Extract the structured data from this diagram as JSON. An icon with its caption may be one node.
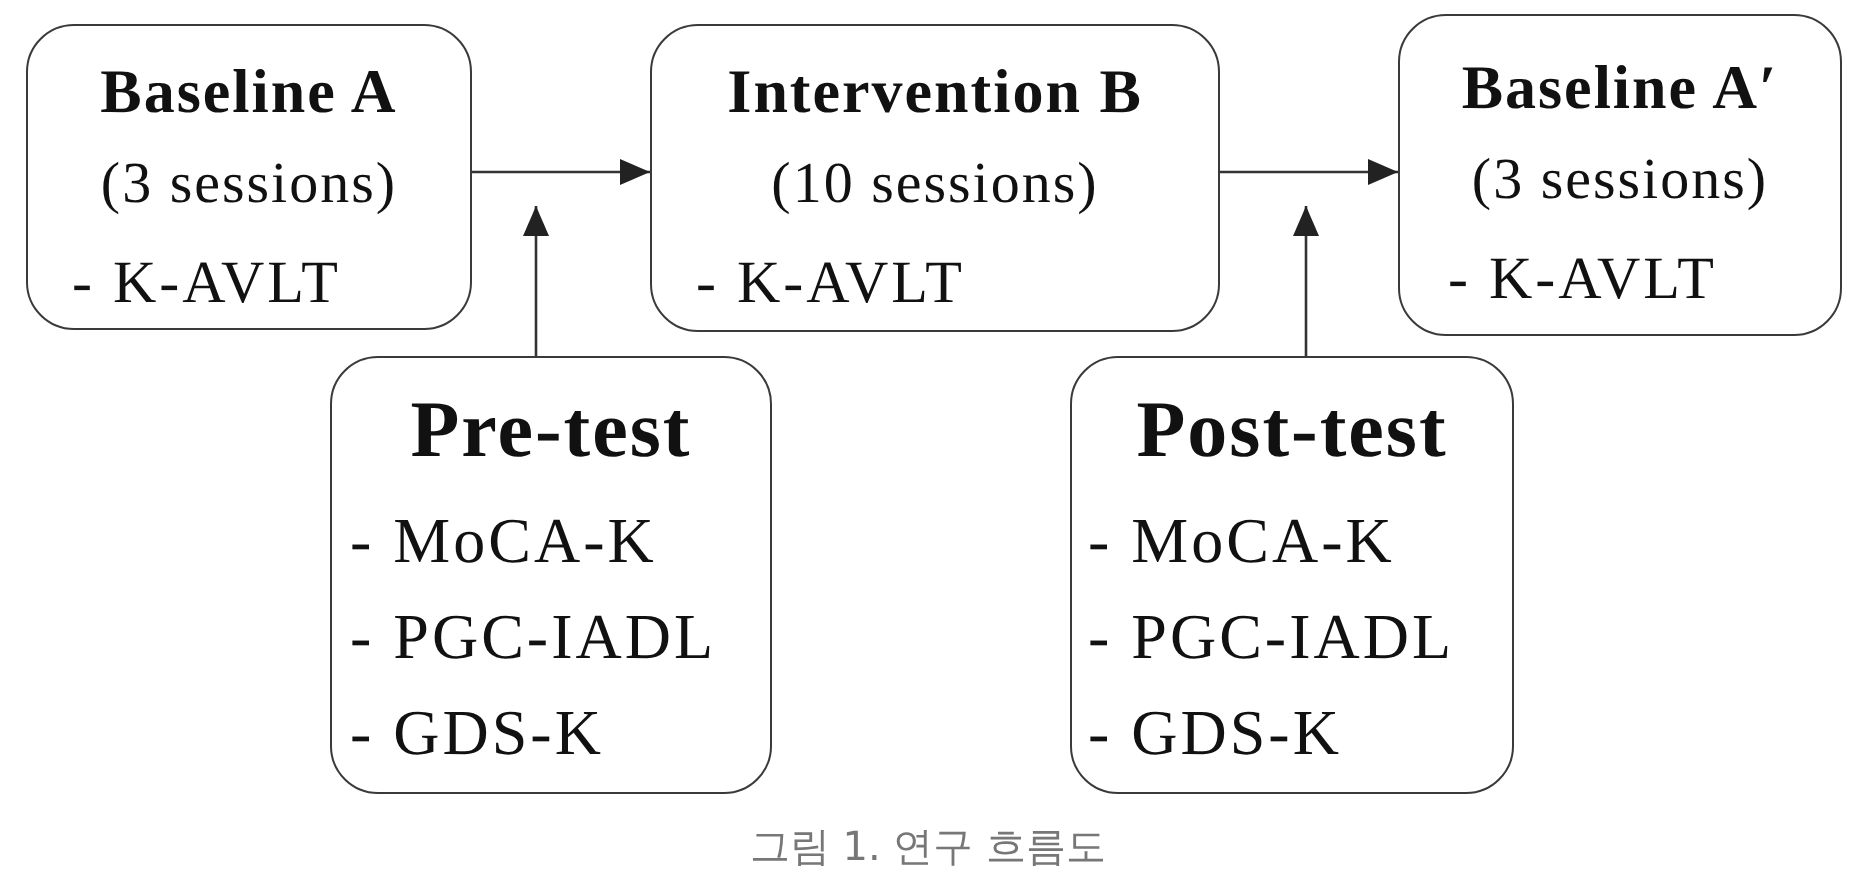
{
  "diagram": {
    "caption": "그림 1. 연구 흐름도",
    "nodes": [
      {
        "text": [
          "Baseline A",
          "(3 sessions)",
          "- K-AVLT"
        ]
      },
      {
        "text": [
          "Intervention B",
          "(10 sessions)",
          "- K-AVLT"
        ]
      },
      {
        "text": [
          "Baseline A′",
          "(3 sessions)",
          "- K-AVLT"
        ]
      },
      {
        "text": [
          "Pre-test",
          "- MoCA-K",
          "- PGC-IADL",
          "- GDS-K"
        ]
      },
      {
        "text": [
          "Post-test",
          "- MoCA-K",
          "- PGC-IADL",
          "- GDS-K"
        ]
      }
    ],
    "edges": [
      {
        "from": 0,
        "to": 1,
        "arrow": "to"
      },
      {
        "from": 3,
        "to": null,
        "arrow": "to"
      },
      {
        "from": 1,
        "to": 2,
        "arrow": "to"
      },
      {
        "from": 4,
        "to": null,
        "arrow": "to"
      }
    ]
  }
}
